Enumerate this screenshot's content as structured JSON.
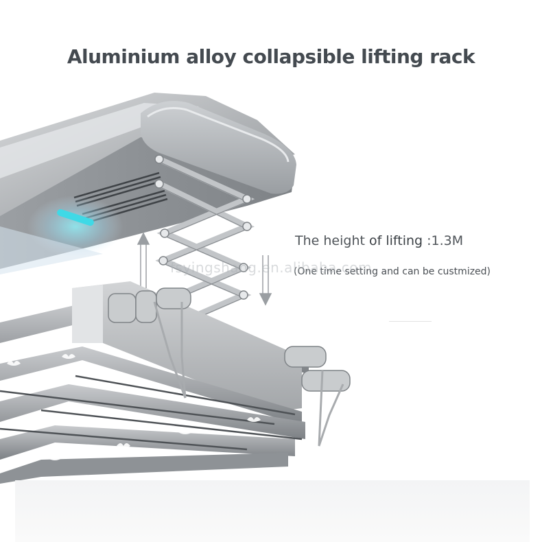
{
  "title": "Aluminium alloy collapsible lifting rack",
  "caption": {
    "lead": "The height ",
    "emph": "of lifting",
    "value": " :1.3M"
  },
  "note": "(One time setting and can be custmized)",
  "watermark": "fsyingshang.en.alibaba.com",
  "colors": {
    "indicator_light": "#3fd9e6",
    "metal": "#b9bcbf",
    "metal_dark": "#8e9296",
    "title_text": "#444a50"
  }
}
